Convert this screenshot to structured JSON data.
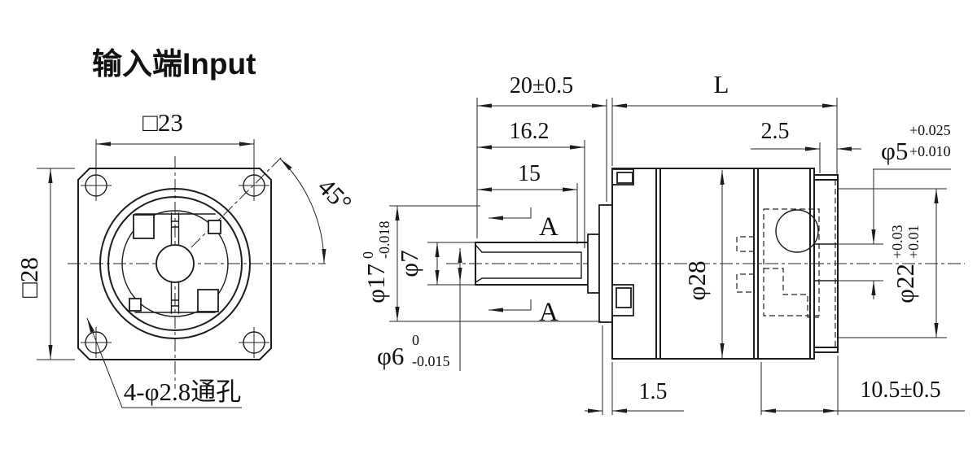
{
  "title": "输入端Input",
  "front": {
    "square_side": "□28",
    "bolt_spacing": "□23",
    "bolt_angle": "45°",
    "holes_note": "4-φ2.8通孔"
  },
  "side": {
    "shaft_len": "20±0.5",
    "body_len": "L",
    "key_total": "16.2",
    "key_flat": "15",
    "cap_depth": "2.5",
    "phi5": {
      "d": "φ5",
      "up": "+0.025",
      "lo": "+0.010"
    },
    "phi17": {
      "d": "φ17",
      "up": "0",
      "lo": "-0.018"
    },
    "phi7": "φ7",
    "phi6": {
      "d": "φ6",
      "up": "0",
      "lo": "-0.015"
    },
    "phi28": "φ28",
    "phi22": {
      "d": "φ22",
      "up": "+0.03",
      "lo": "+0.01"
    },
    "pilot_th": "1.5",
    "rear_len": "10.5±0.5",
    "section": "A"
  }
}
